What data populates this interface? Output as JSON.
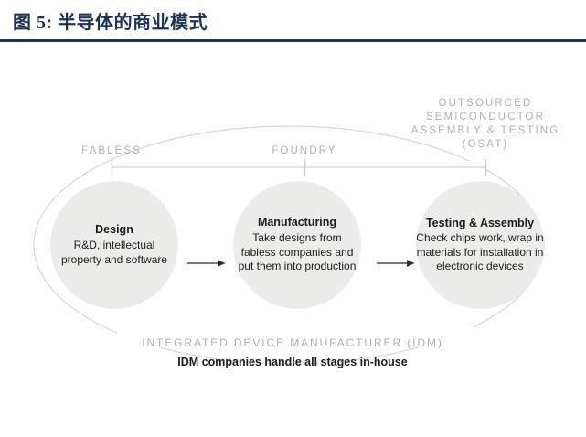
{
  "header": {
    "figure_title": "图 5:  半导体的商业模式",
    "rule_color": "#1f3352",
    "title_color": "#1f3352"
  },
  "diagram": {
    "type": "semiconductor-business-model",
    "palette": {
      "circle_fill": "#ececeb",
      "label_gray": "#b0b0b0",
      "line_gray": "#d2d2d2",
      "text_dark": "#1b1b1b"
    },
    "segment_labels": {
      "fabless": "FABLESS",
      "foundry": "FOUNDRY",
      "osat": "OUTSOURCED\nSEMICONDUCTOR\nASSEMBLY & TESTING\n(OSAT)"
    },
    "nodes": [
      {
        "id": "design",
        "title": "Design",
        "description": "R&D, intellectual property and software"
      },
      {
        "id": "manufacturing",
        "title": "Manufacturing",
        "description": "Take designs from fabless companies and put them into production"
      },
      {
        "id": "testing-assembly",
        "title": "Testing & Assembly",
        "description": "Check chips work, wrap in materials for installation in electronic devices"
      }
    ],
    "arrows": [
      {
        "id": "arrow-design-to-manufacturing"
      },
      {
        "id": "arrow-manufacturing-to-testing"
      }
    ],
    "footer": {
      "idm_label": "INTEGRATED DEVICE MANUFACTURER (IDM)",
      "idm_sub": "IDM companies handle all stages in-house"
    }
  }
}
